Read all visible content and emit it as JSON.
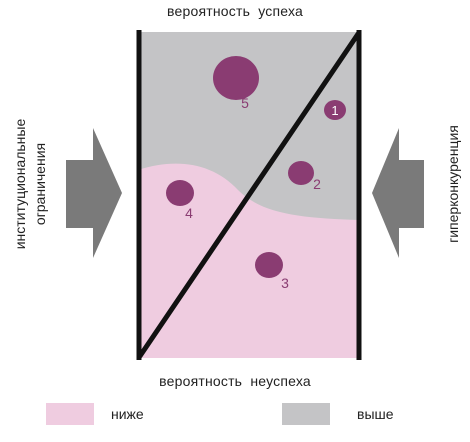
{
  "labels": {
    "top": "вероятность  успеха",
    "bottom": "вероятность  неуспеха",
    "left_line1": "институциональные",
    "left_line2": "ограничения",
    "right": "гиперконкуренция"
  },
  "legend": [
    {
      "text": "ниже",
      "color": "#efcce0"
    },
    {
      "text": "выше",
      "color": "#c4c4c6"
    }
  ],
  "bubbles": [
    {
      "number": "1"
    },
    {
      "number": "2"
    },
    {
      "number": "3"
    },
    {
      "number": "4"
    },
    {
      "number": "5"
    }
  ],
  "colors": {
    "bubble": "#8a3c72",
    "bubble_label": "#8a3c72",
    "frame": "#111111",
    "arrow": "#7a7a7a"
  }
}
